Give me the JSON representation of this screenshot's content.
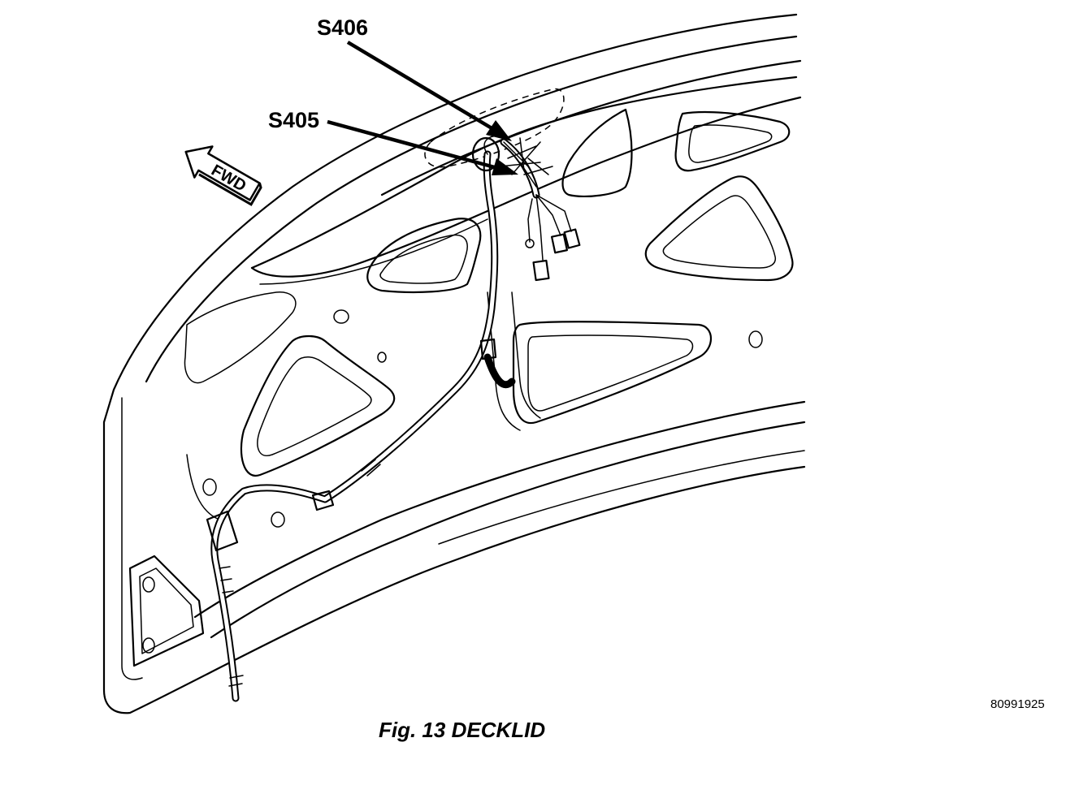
{
  "figure": {
    "caption": "Fig. 13 DECKLID",
    "code": "80991925"
  },
  "callouts": {
    "s406": "S406",
    "s405": "S405"
  },
  "direction_indicator": {
    "label": "FWD"
  }
}
